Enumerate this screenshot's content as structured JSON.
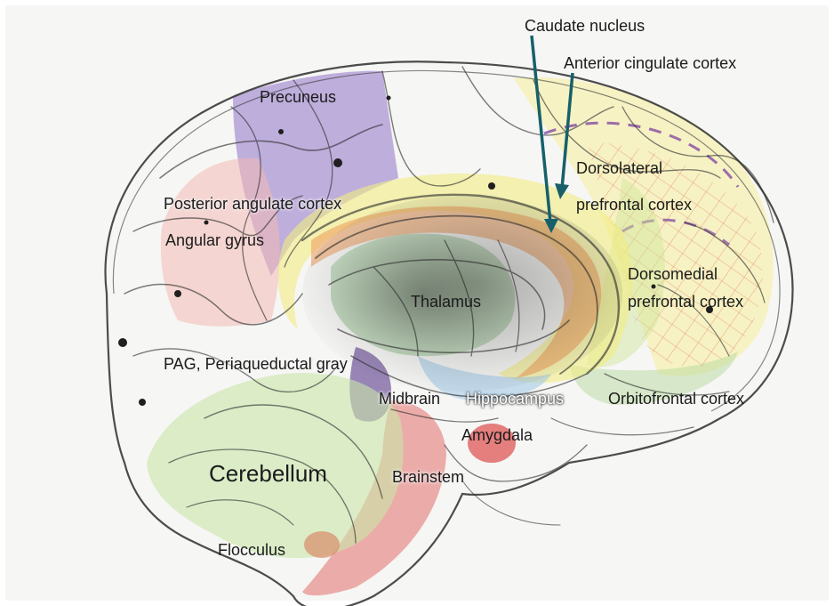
{
  "labels": {
    "caudate_nucleus": "Caudate nucleus",
    "anterior_cingulate_cortex": "Anterior cingulate cortex",
    "precuneus": "Precuneus",
    "dorsolateral_line1": "Dorsolateral",
    "dorsolateral_line2": "prefrontal cortex",
    "posterior_angulate_cortex": "Posterior angulate cortex",
    "angular_gyrus": "Angular gyrus",
    "dorsomedial_line1": "Dorsomedial",
    "dorsomedial_line2": "prefrontal cortex",
    "thalamus": "Thalamus",
    "pag": "PAG, Periaqueductal gray",
    "midbrain": "Midbrain",
    "hippocampus": "Hippocampus",
    "orbitofrontal_cortex": "Orbitofrontal cortex",
    "amygdala": "Amygdala",
    "cerebellum": "Cerebellum",
    "brainstem": "Brainstem",
    "flocculus": "Flocculus"
  },
  "colors": {
    "background": "#f6f6f4",
    "outline": "#3a3a3a",
    "arrow": "#17606a",
    "precuneus": "#8f72c9",
    "angular_gyrus": "#f2b9b4",
    "cingulate": "#f1ec82",
    "caudate": "#ec9a5a",
    "thalamus": "#7fbf78",
    "cerebellum": "#c9e6a8",
    "brainstem": "#e2706c",
    "amygdala": "#dd5757",
    "frontal_hatch": "#e24b3a",
    "dashes": "#7d3fa0"
  }
}
